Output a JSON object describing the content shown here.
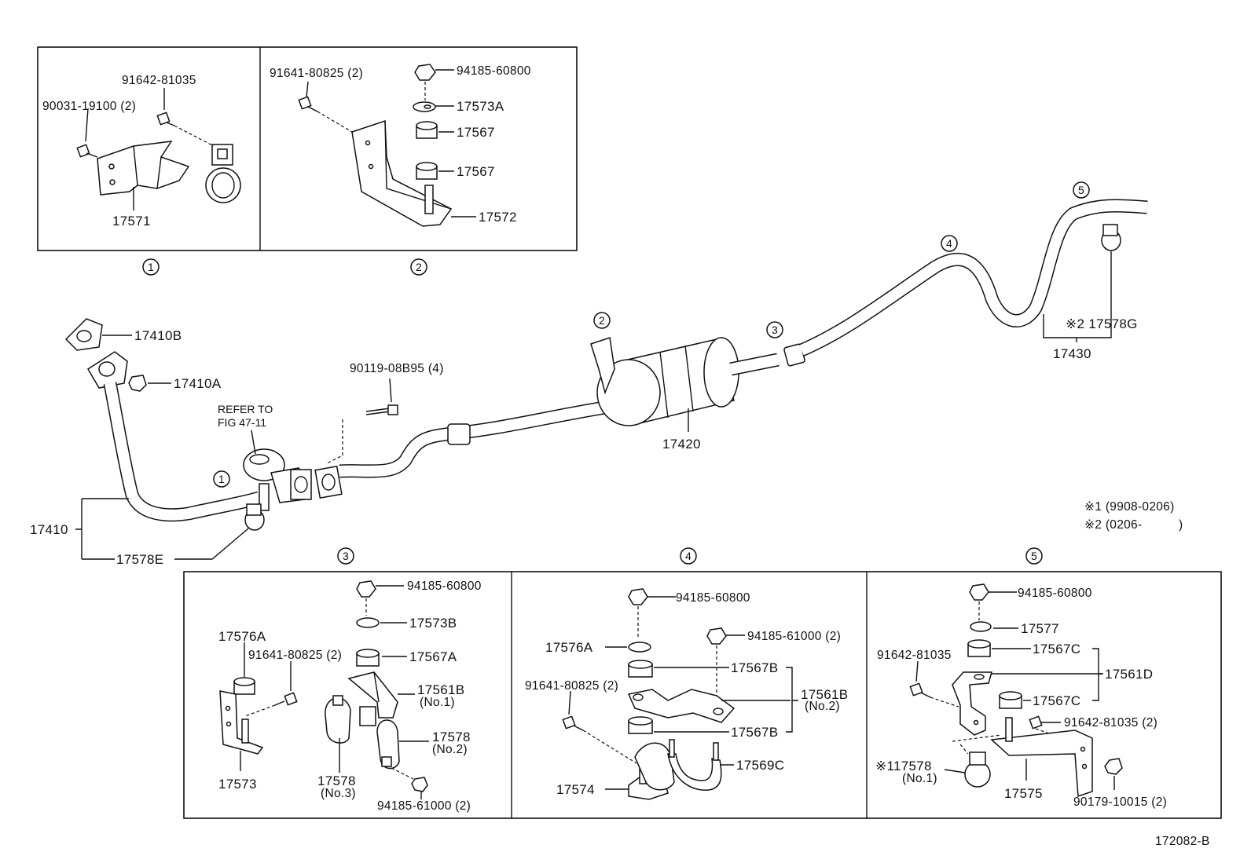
{
  "figure_code": "172082-B",
  "footnotes": {
    "n1": "※1 (9908-0206)",
    "n2": "※2 (0206-",
    "n2_close": ")"
  },
  "circle_markers": {
    "one": "1",
    "two": "2",
    "three": "3",
    "four": "4",
    "five": "5"
  },
  "inset1": {
    "bolt_top": "91642-81035",
    "bolt_left": "90031-19100 (2)",
    "bracket": "17571"
  },
  "inset2": {
    "bolt": "91641-80825 (2)",
    "nut": "94185-60800",
    "washer": "17573A",
    "cushion_upper": "17567",
    "cushion_lower": "17567",
    "bracket": "17572"
  },
  "main": {
    "gasket": "17410B",
    "nut": "17410A",
    "bolt": "90119-08B95 (4)",
    "refer_line1": "REFER TO",
    "refer_line2": "FIG 47-11",
    "front_pipe": "17410",
    "front_clamp": "17578E",
    "muffler": "17420",
    "tail_pipe": "17430",
    "tail_clamp": "※2 17578G"
  },
  "inset3": {
    "nut": "94185-60800",
    "washer": "17573B",
    "cushion": "17567A",
    "stopper": "17576A",
    "bolt": "91641-80825 (2)",
    "bracket_b": "17561B",
    "bracket_b_no": "(No.1)",
    "clamp_no2": "17578",
    "clamp_no2_no": "(No.2)",
    "clamp_no3": "17578",
    "clamp_no3_no": "(No.3)",
    "bracket": "17573",
    "nut_bottom": "94185-61000 (2)"
  },
  "inset4": {
    "nut_top": "94185-60800",
    "nut_right": "94185-61000 (2)",
    "stopper": "17576A",
    "cushion_upper": "17567B",
    "bracket_b": "17561B",
    "bracket_b_no": "(No.2)",
    "cushion_lower": "17567B",
    "bolt": "91641-80825 (2)",
    "clamp": "17569C",
    "bracket": "17574"
  },
  "inset5": {
    "nut": "94185-60800",
    "washer": "17577",
    "cushion_upper": "17567C",
    "bracket_d": "17561D",
    "cushion_lower": "17567C",
    "bolt_left": "91642-81035",
    "bolt_right": "91642-81035 (2)",
    "clamp": "※117578",
    "clamp_no": "(No.1)",
    "bracket": "17575",
    "nut_bottom": "90179-10015 (2)"
  }
}
